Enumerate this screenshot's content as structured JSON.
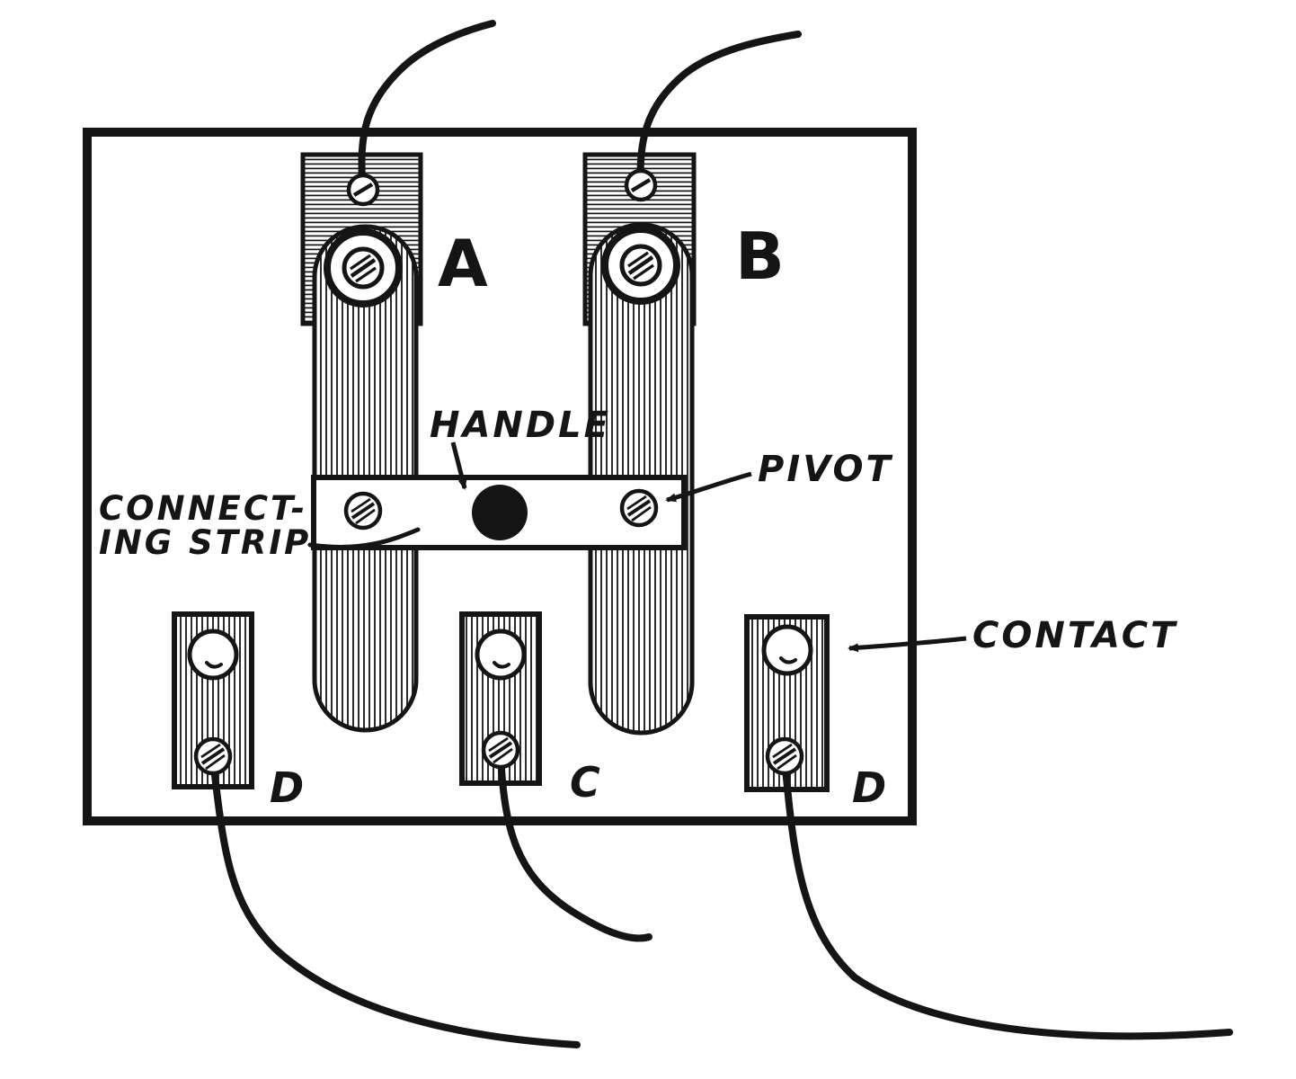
{
  "diagram": {
    "title_implicit": "knife switch diagram",
    "ink_color": "#151515",
    "labels": {
      "terminal_a": "A",
      "terminal_b": "B",
      "handle": "HANDLE",
      "pivot": "PIVOT",
      "connecting_strip_line1": "CONNECT-",
      "connecting_strip_line2": "ING STRIP",
      "contact": "CONTACT",
      "contact_d_left": "D",
      "contact_c": "C",
      "contact_d_right": "D"
    }
  }
}
